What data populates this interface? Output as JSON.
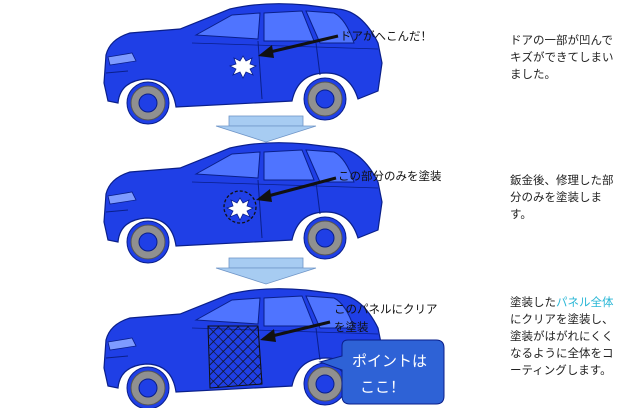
{
  "steps": [
    {
      "callout": "ドアがへこんだ！",
      "description": "ドアの一部が凹んでキズができてしまいました。"
    },
    {
      "callout": "この部分のみを塗装",
      "description": "鈑金後、修理した部分のみを塗装します。"
    },
    {
      "callout_line1": "このパネルにクリア",
      "callout_line2": "を塗装",
      "description_before": "塗装した",
      "description_highlight": "パネル全体",
      "description_after": "にクリアを塗装し、塗装がはがれにくくなるように全体をコーティングします。",
      "bubble_line1": "ポイントは",
      "bubble_line2": "ここ！"
    }
  ],
  "colors": {
    "car_body": "#1f3fe6",
    "car_dark": "#0a1f8a",
    "window": "#4f74ff",
    "tire": "#909090",
    "flow_arrow": "#a7ccf2",
    "bubble": "#2e62d6",
    "highlight_text": "#2ab7d6"
  },
  "icons": [
    "dent-burst-icon",
    "down-arrow-icon",
    "hatched-panel-icon",
    "speech-bubble"
  ]
}
